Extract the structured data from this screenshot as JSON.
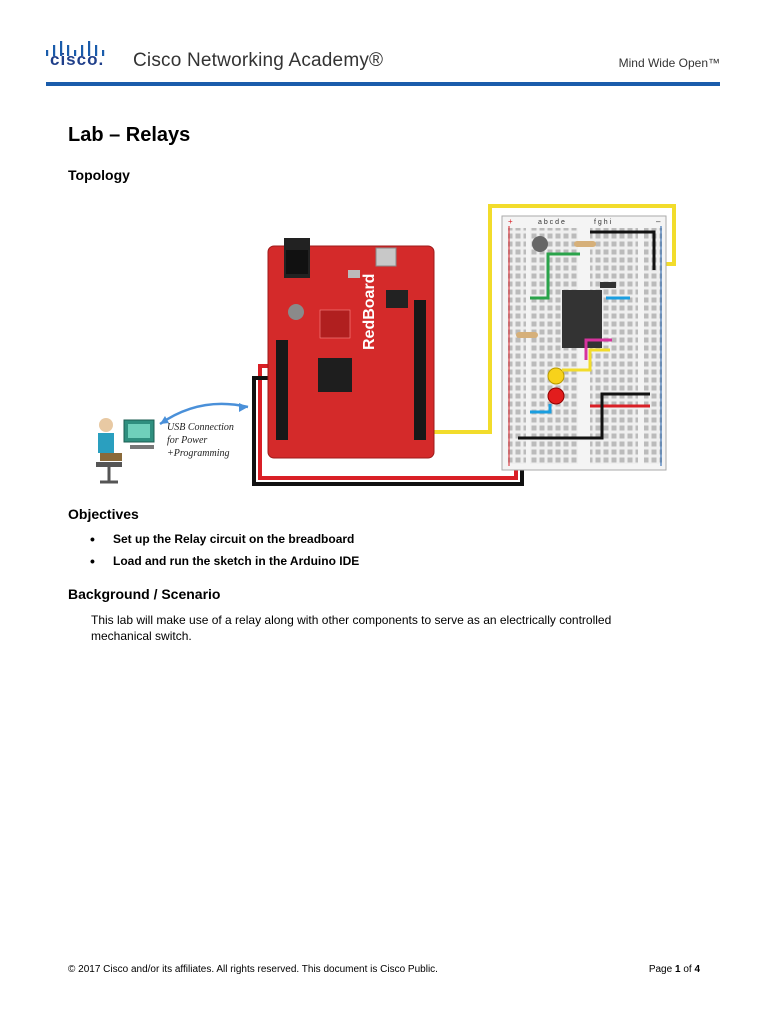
{
  "header": {
    "brand": "cisco.",
    "academy": "Cisco Networking Academy®",
    "tagline": "Mind Wide Open™"
  },
  "title": "Lab – Relays",
  "topology": {
    "heading": "Topology",
    "usb_label_lines": [
      "USB Connection",
      "for Power",
      "+Programming"
    ],
    "board_label": "RedBoard",
    "breadcol_left": "a b c d e",
    "breadcol_right": "f g h i"
  },
  "objectives": {
    "heading": "Objectives",
    "items": [
      "Set up the Relay circuit on the breadboard",
      "Load and run the sketch in the Arduino IDE"
    ]
  },
  "background": {
    "heading": "Background / Scenario",
    "text": "This lab will make use of a relay along with other components to serve as an electrically controlled mechanical switch."
  },
  "footer": {
    "copyright": "© 2017 Cisco and/or its affiliates. All rights reserved. This document is Cisco Public.",
    "page_prefix": "Page",
    "page_current": "1",
    "page_of": "of",
    "page_total": "4"
  },
  "colors": {
    "brand_blue": "#1a5cab",
    "board_red": "#d42a2a",
    "wire_yellow": "#f2dc2b",
    "wire_black": "#111111",
    "wire_red": "#d91f26",
    "wire_blue": "#1a9ee0",
    "wire_green": "#2aa34a",
    "wire_magenta": "#d6339e"
  }
}
